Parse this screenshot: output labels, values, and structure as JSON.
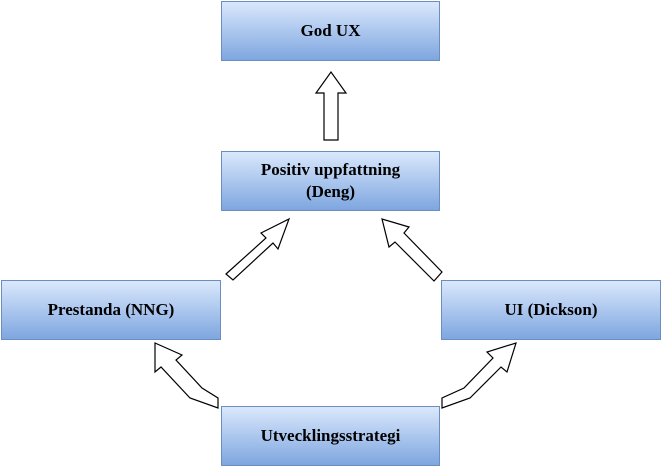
{
  "diagram": {
    "nodes": {
      "god_ux": "God UX",
      "positiv_line1": "Positiv uppfattning",
      "positiv_line2": "(Deng)",
      "prestanda": "Prestanda (NNG)",
      "ui": "UI (Dickson)",
      "utveckling": "Utvecklingsstrategi"
    },
    "edges": [
      {
        "from": "Positiv uppfattning (Deng)",
        "to": "God UX",
        "style": "hollow-block-arrow"
      },
      {
        "from": "Prestanda (NNG)",
        "to": "Positiv uppfattning (Deng)",
        "style": "hollow-block-arrow"
      },
      {
        "from": "UI (Dickson)",
        "to": "Positiv uppfattning (Deng)",
        "style": "hollow-block-arrow"
      },
      {
        "from": "Utvecklingsstrategi",
        "to": "Prestanda (NNG)",
        "style": "hollow-block-arrow-bent"
      },
      {
        "from": "Utvecklingsstrategi",
        "to": "UI (Dickson)",
        "style": "hollow-block-arrow-bent"
      }
    ],
    "colors": {
      "node_fill_top": "#dae8fc",
      "node_fill_bottom": "#7ea6e0",
      "node_border": "#6c8ebf",
      "arrow_fill": "#ffffff",
      "arrow_stroke": "#000000"
    }
  }
}
